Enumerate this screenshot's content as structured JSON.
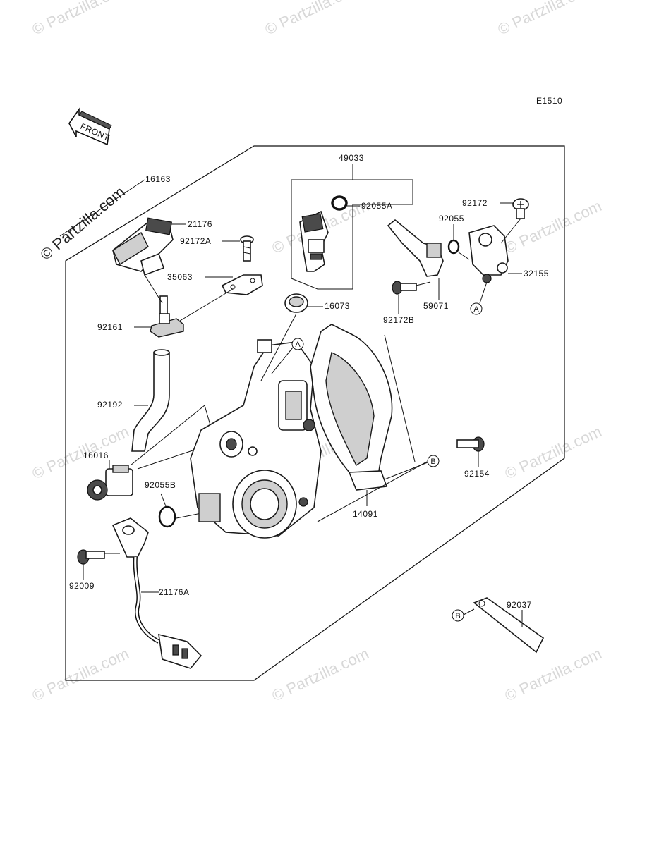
{
  "diagram_code": "E1510",
  "front_label": "FRONT",
  "watermark": "© Partzilla.com",
  "watermark_main": "© Partzilla.com",
  "parts": {
    "p16163": "16163",
    "p21176": "21176",
    "p92172A": "92172A",
    "p35063": "35063",
    "p92161": "92161",
    "p92192": "92192",
    "p16016": "16016",
    "p92055B": "92055B",
    "p92009": "92009",
    "p21176A": "21176A",
    "p49033": "49033",
    "p92055A": "92055A",
    "p16073": "16073",
    "p92172": "92172",
    "p92055": "92055",
    "p32155": "32155",
    "p59071": "59071",
    "p92172B": "92172B",
    "p92154": "92154",
    "p14091": "14091",
    "p92037": "92037"
  },
  "callouts": {
    "a": "A",
    "b": "B"
  }
}
